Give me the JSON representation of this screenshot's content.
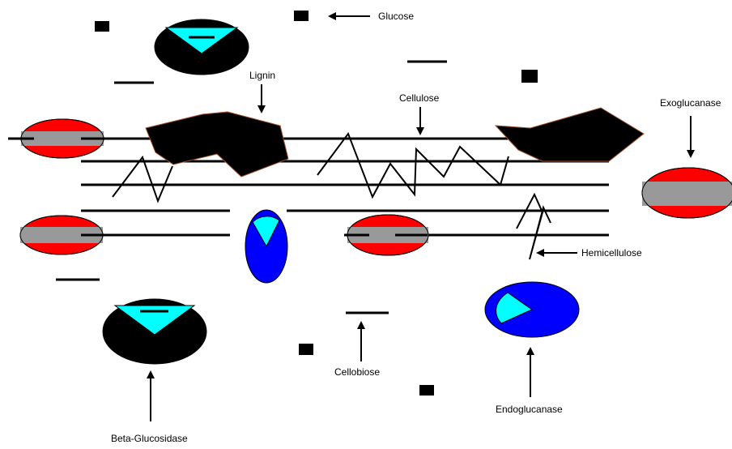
{
  "labels": {
    "glucose": "Glucose",
    "lignin": "Lignin",
    "cellulose": "Cellulose",
    "exoglucanase": "Exoglucanase",
    "hemicellulose": "Hemicellulose",
    "cellobiose": "Cellobiose",
    "endoglucanase": "Endoglucanase",
    "beta_glucosidase": "Beta-Glucosidase"
  },
  "colors": {
    "black": "#000000",
    "red": "#ff0000",
    "gray": "#999999",
    "blue": "#0000ff",
    "cyan": "#00ffff",
    "white": "#ffffff"
  }
}
